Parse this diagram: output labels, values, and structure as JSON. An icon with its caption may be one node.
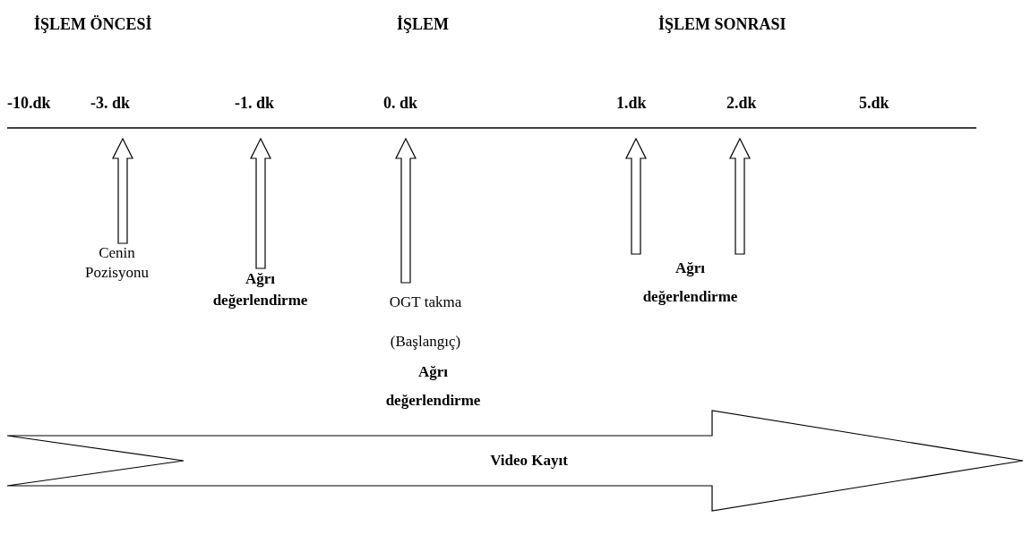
{
  "diagram": {
    "nodes": [
      {
        "text": [
          "Cenin Pozisyonu"
        ]
      },
      {
        "text": [
          "Ağrı değerlendirme"
        ]
      },
      {
        "text": [
          "OGT takma (Başlangıç)"
        ]
      },
      {
        "text": [
          "Ağrı değerlendirme"
        ]
      },
      {
        "text": [
          "Ağrı değerlendirme"
        ]
      },
      {
        "text": [
          "Video Kayıt"
        ]
      }
    ],
    "edges": [
      {
        "from": 0,
        "to": null,
        "arrow": "to"
      },
      {
        "from": 1,
        "to": null,
        "arrow": "to"
      },
      {
        "from": 2,
        "to": null,
        "arrow": "to"
      },
      {
        "from": 4,
        "to": null,
        "arrow": "to"
      },
      {
        "from": 4,
        "to": null,
        "arrow": "to"
      }
    ],
    "labels": [
      "İŞLEM ÖNCESİ",
      "İŞLEM",
      "İŞLEM SONRASI",
      "-10.dk",
      "-3. dk",
      "-1. dk",
      "0. dk",
      "1.dk",
      "2.dk",
      "5.dk"
    ]
  }
}
